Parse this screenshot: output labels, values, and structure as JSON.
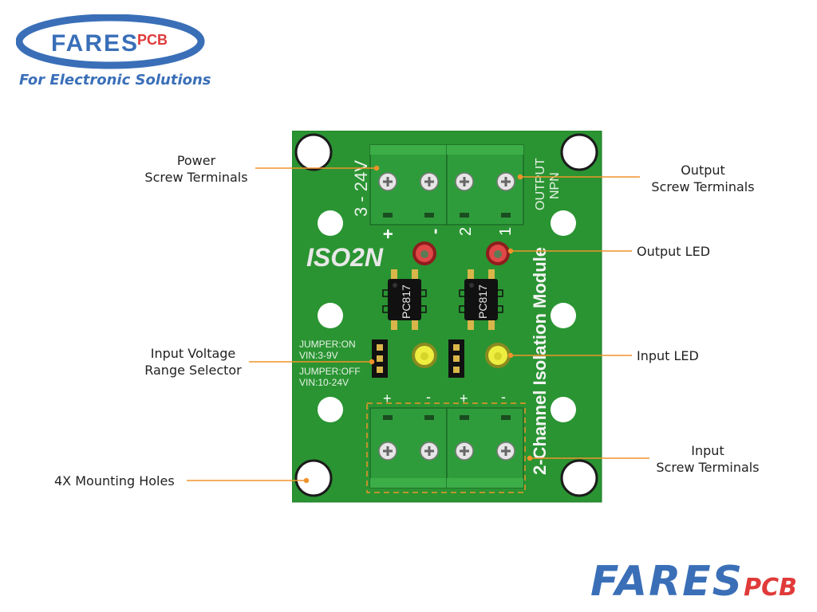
{
  "logo": {
    "name": "FARES",
    "suffix": "PCB",
    "tagline": "For Electronic Solutions"
  },
  "corner_logo": {
    "name": "FARES",
    "suffix": "PCB"
  },
  "board": {
    "model": "ISO2N",
    "title": "2-Channel Isolation Module",
    "power_label": "3 - 24V",
    "output_label": "OUTPUT",
    "output_type": "NPN",
    "plus": "+",
    "minus": "-",
    "channel_2": "2",
    "channel_1": "1",
    "optocoupler": "PC817",
    "jumper_on_1": "JUMPER:ON",
    "jumper_on_2": "VIN:3-9V",
    "jumper_off_1": "JUMPER:OFF",
    "jumper_off_2": "VIN:10-24V"
  },
  "callouts": {
    "power_1": "Power",
    "power_2": "Screw Terminals",
    "output_1": "Output",
    "output_2": "Screw Terminals",
    "output_led": "Output LED",
    "selector_1": "Input Voltage",
    "selector_2": "Range Selector",
    "input_led": "Input LED",
    "input_1": "Input",
    "input_2": "Screw Terminals",
    "holes": "4X Mounting Holes"
  },
  "colors": {
    "pcb": "#2a9432",
    "terminal": "#2f9c3c",
    "leader": "#f0932b",
    "brand_blue": "#3a6fb8",
    "brand_red": "#e03a3a"
  }
}
